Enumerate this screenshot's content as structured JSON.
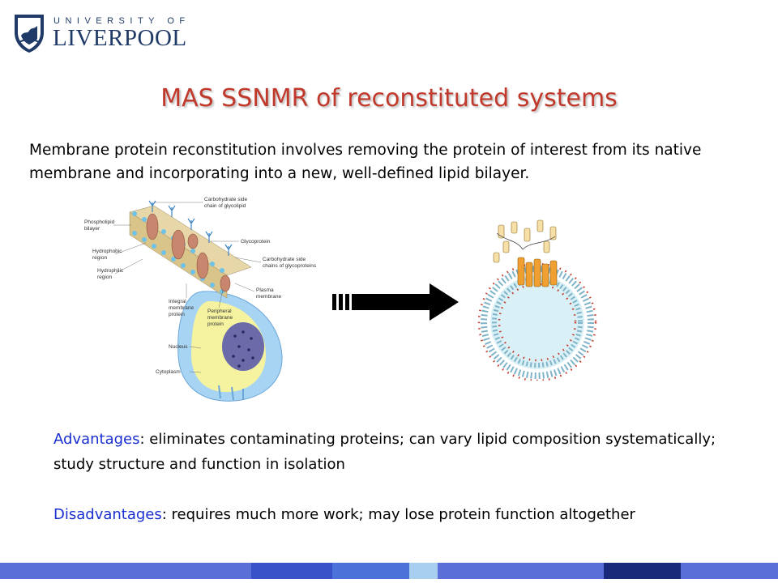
{
  "logo": {
    "top_text": "UNIVERSITY OF",
    "main_text": "LIVERPOOL"
  },
  "title": "MAS SSNMR of reconstituted systems",
  "intro": "Membrane protein reconstitution involves removing the protein of interest from its native membrane and incorporating into a new, well-defined lipid bilayer.",
  "advantages": {
    "label": "Advantages",
    "text": ": eliminates contaminating proteins; can vary lipid composition systematically; study structure and function in isolation"
  },
  "disadvantages": {
    "label": "Disadvantages",
    "text": ": requires much more work; may lose protein function altogether"
  },
  "diagram_labels": {
    "carb_glycolipid": "Carbohydrate side",
    "carb_glycolipid2": "chain of glycolipid",
    "phospholipid": "Phospholipid",
    "bilayer": "bilayer",
    "glycoprotein": "Glycoprotein",
    "hydrophobic": "Hydrophobic",
    "region1": "region",
    "hydrophilic": "Hydrophilic",
    "region2": "region",
    "carb_glycoproteins": "Carbohydrate side",
    "carb_glycoproteins2": "chains of glycoproteins",
    "plasma": "Plasma",
    "membrane": "membrane",
    "integral": "Integral",
    "integral2": "membrane",
    "integral3": "protein",
    "peripheral": "Peripheral",
    "peripheral2": "membrane",
    "peripheral3": "protein",
    "nucleus": "Nucleus",
    "cytoplasm": "Cytoplasm"
  },
  "colors": {
    "title": "#c0392b",
    "keyword": "#1a2fd0",
    "logo": "#1f3a66",
    "footer": [
      "#5a6fd8",
      "#3a52c9",
      "#4a72d8",
      "#a8cff0",
      "#5a6fd8",
      "#1a2a7a",
      "#5a6fd8"
    ]
  }
}
